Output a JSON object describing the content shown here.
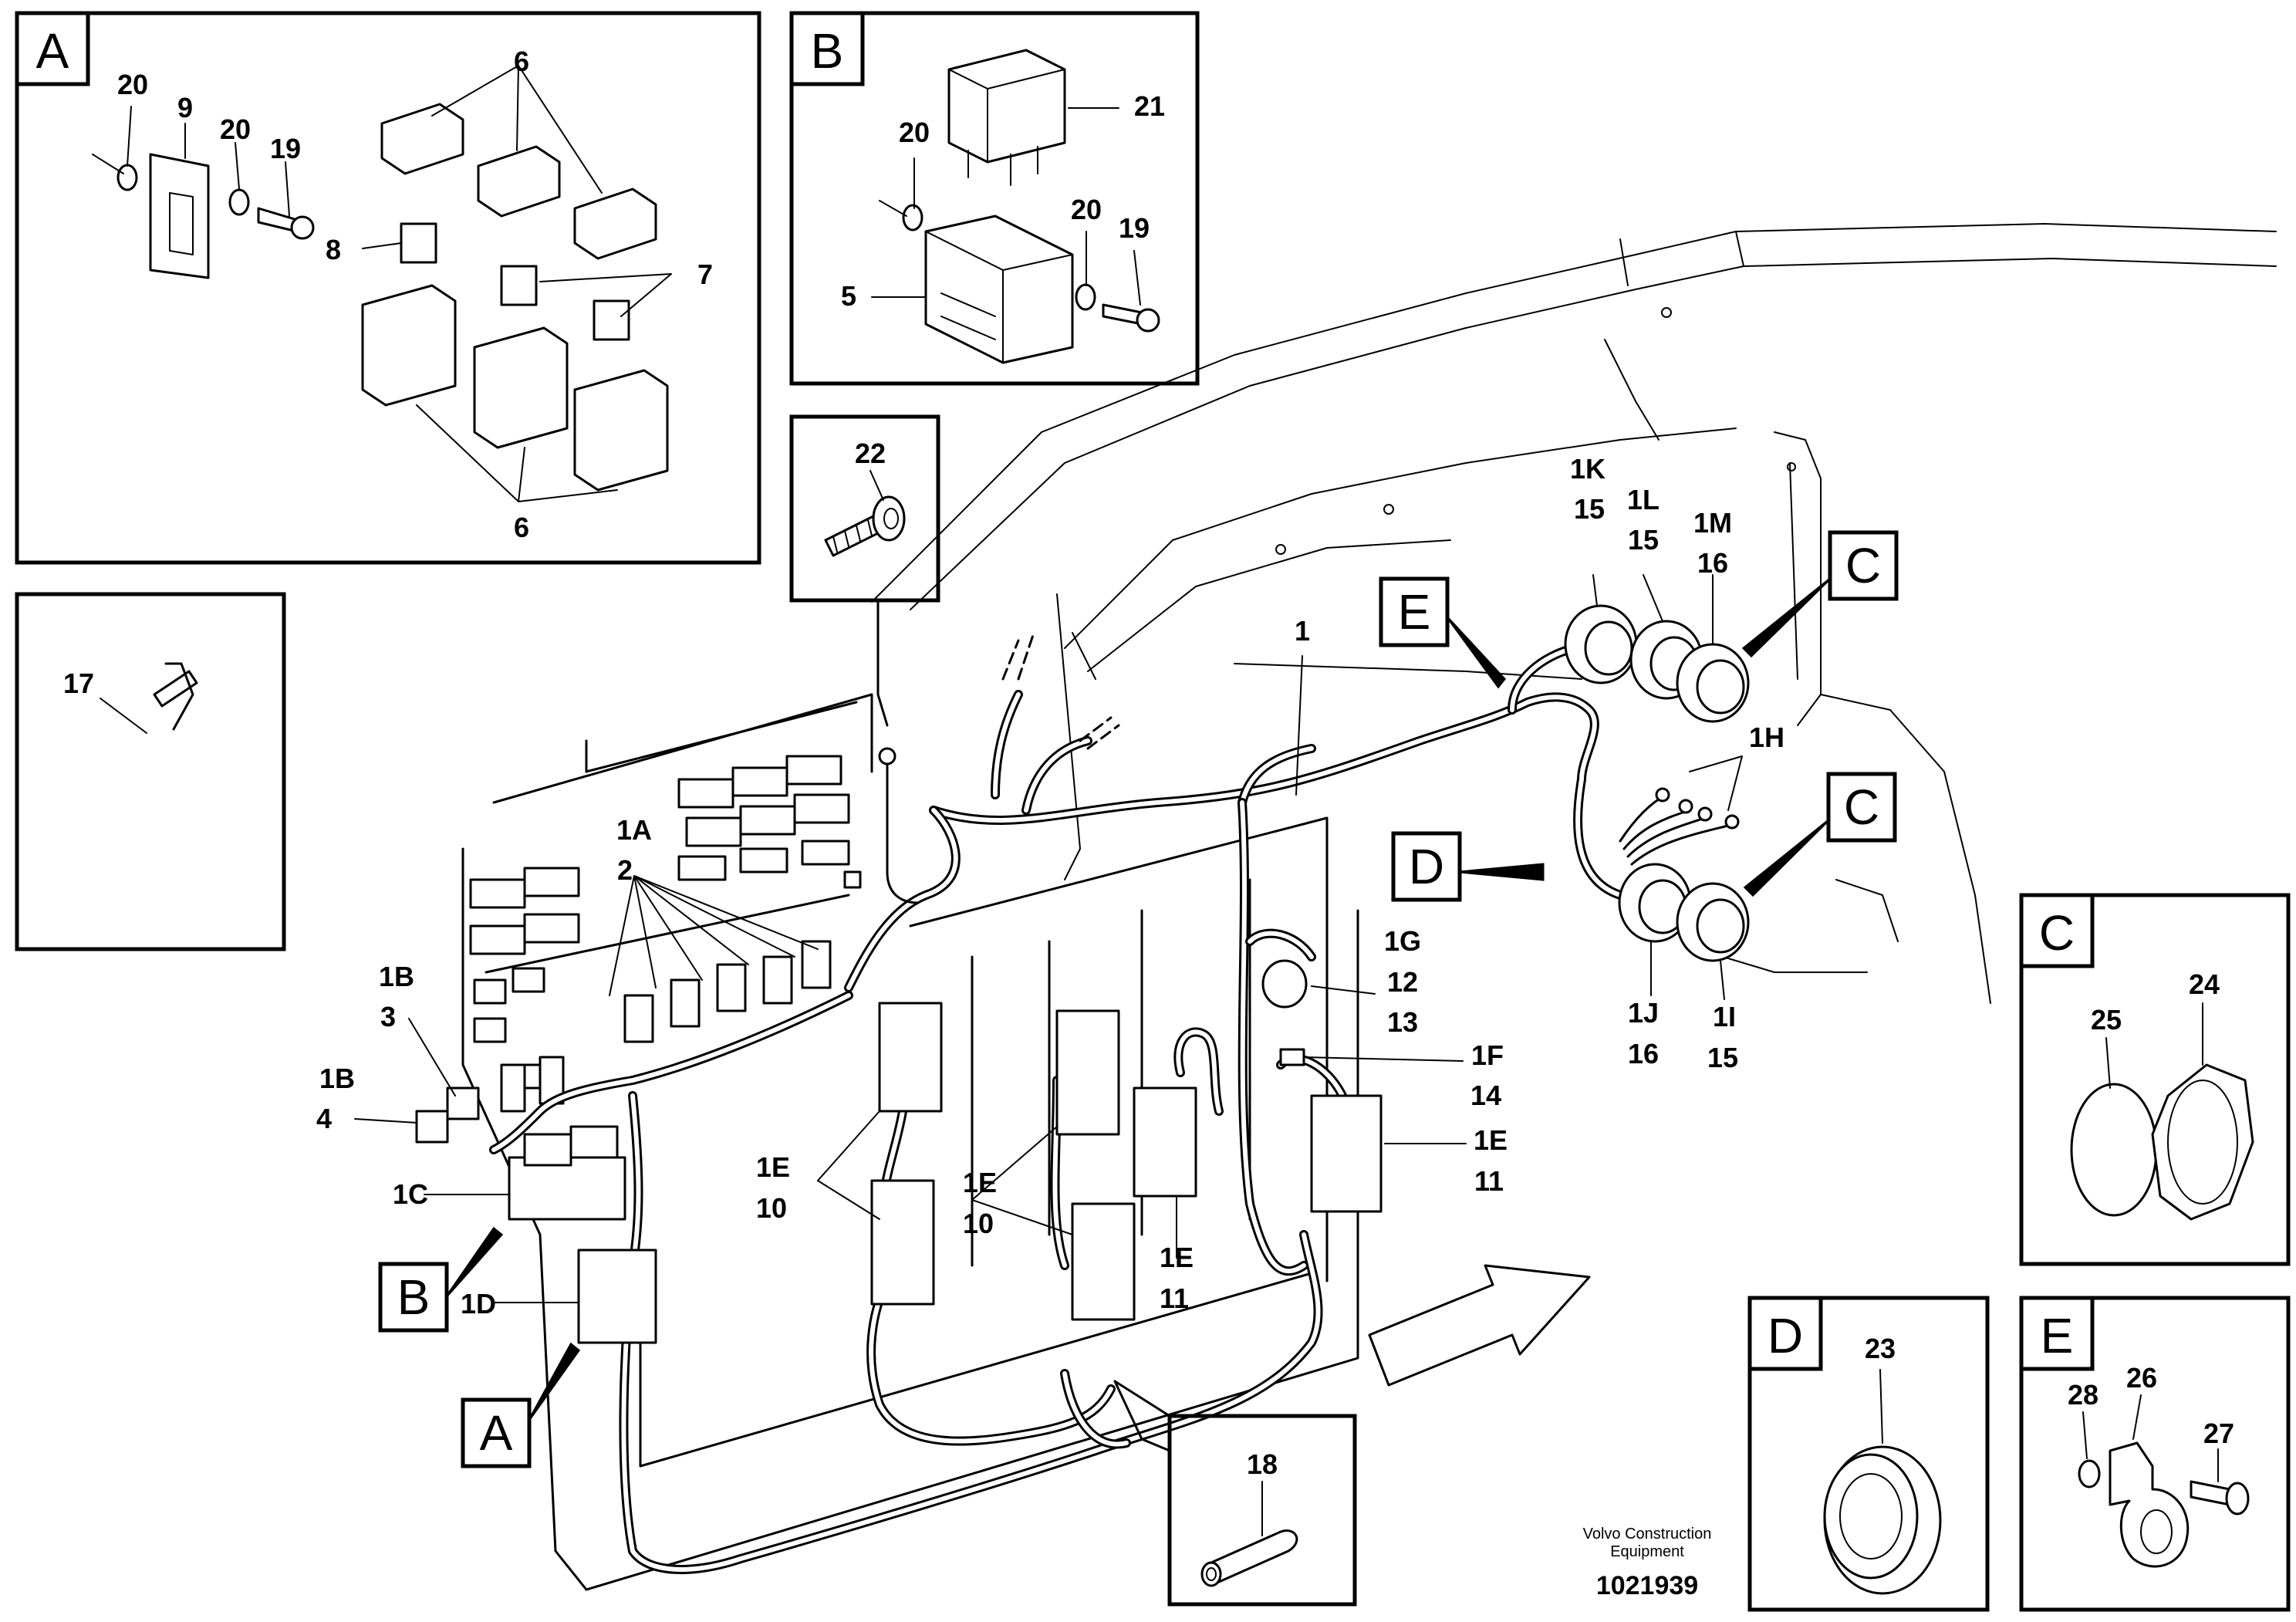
{
  "detail_boxes": {
    "A": {
      "letter": "A",
      "labels": [
        "20",
        "9",
        "20",
        "19",
        "6",
        "8",
        "7",
        "6"
      ]
    },
    "B": {
      "letter": "B",
      "labels": [
        "21",
        "20",
        "20",
        "19",
        "5"
      ]
    },
    "tie": {
      "labels": [
        "17"
      ]
    },
    "screw": {
      "labels": [
        "22"
      ]
    },
    "C": {
      "letter": "C",
      "labels": [
        "25",
        "24"
      ]
    },
    "D": {
      "letter": "D",
      "labels": [
        "23"
      ]
    },
    "E": {
      "letter": "E",
      "labels": [
        "28",
        "26",
        "27"
      ]
    },
    "clip": {
      "labels": [
        "18"
      ]
    }
  },
  "callouts": {
    "A": "A",
    "B": "B",
    "C1": "C",
    "C2": "C",
    "D": "D",
    "E": "E"
  },
  "labels": {
    "l1": "1",
    "l1A": "1A",
    "l2": "2",
    "l1B_3": "1B",
    "l3": "3",
    "l1B_4": "1B",
    "l4": "4",
    "l1C": "1C",
    "l1D": "1D",
    "l1E_a": "1E",
    "l10_a": "10",
    "l1E_b": "1E",
    "l10_b": "10",
    "l1E_c": "1E",
    "l11_c": "11",
    "l1E_d": "1E",
    "l11_d": "11",
    "l1F": "1F",
    "l14": "14",
    "l1G": "1G",
    "l12": "12",
    "l13": "13",
    "l1H": "1H",
    "l1I": "1I",
    "l15_I": "15",
    "l1J": "1J",
    "l16_J": "16",
    "l1K": "1K",
    "l15_K": "15",
    "l1L": "1L",
    "l15_L": "15",
    "l1M": "1M",
    "l16_M": "16"
  },
  "footer": {
    "company_line1": "Volvo Construction",
    "company_line2": "Equipment",
    "ref_number": "1021939"
  },
  "icons": [
    "relay-icon",
    "fuse-icon",
    "screw-icon",
    "washer-icon",
    "cable-tie-icon",
    "grommet-icon",
    "nut-icon",
    "clamp-icon",
    "flow-arrow-icon"
  ]
}
